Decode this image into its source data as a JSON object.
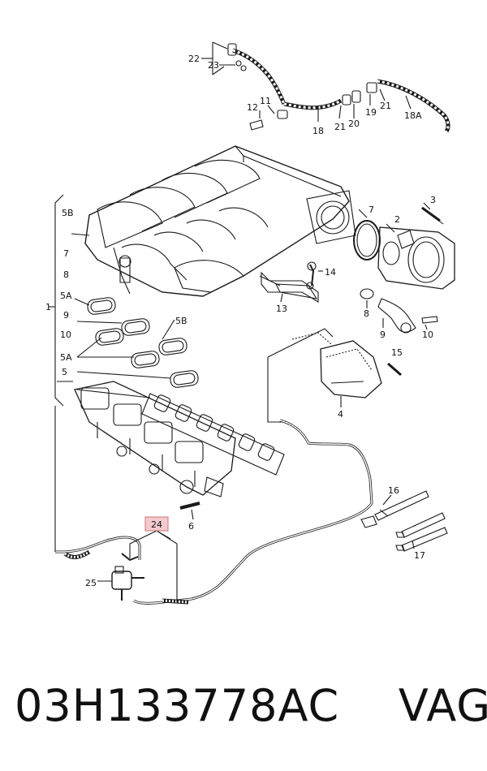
{
  "caption": {
    "part_number": "03H133778AC",
    "brand": "VAG"
  },
  "callouts": {
    "c1": "1",
    "c2": "2",
    "c3": "3",
    "c4": "4",
    "c5": "5",
    "c5a_top": "5A",
    "c5a_bottom": "5A",
    "c5b_top": "5B",
    "c5b_mid": "5B",
    "c6": "6",
    "c7_left": "7",
    "c7_right": "7",
    "c8_left": "8",
    "c8_right": "8",
    "c9_left": "9",
    "c9_right": "9",
    "c10_left": "10",
    "c10_right": "10",
    "c11": "11",
    "c12": "12",
    "c13": "13",
    "c14": "14",
    "c15": "15",
    "c16": "16",
    "c17": "17",
    "c18": "18",
    "c18a": "18A",
    "c19": "19",
    "c20": "20",
    "c21_a": "21",
    "c21_b": "21",
    "c22": "22",
    "c23": "23",
    "c24": "24",
    "c25": "25"
  },
  "highlight_color": "#f4c9cf"
}
